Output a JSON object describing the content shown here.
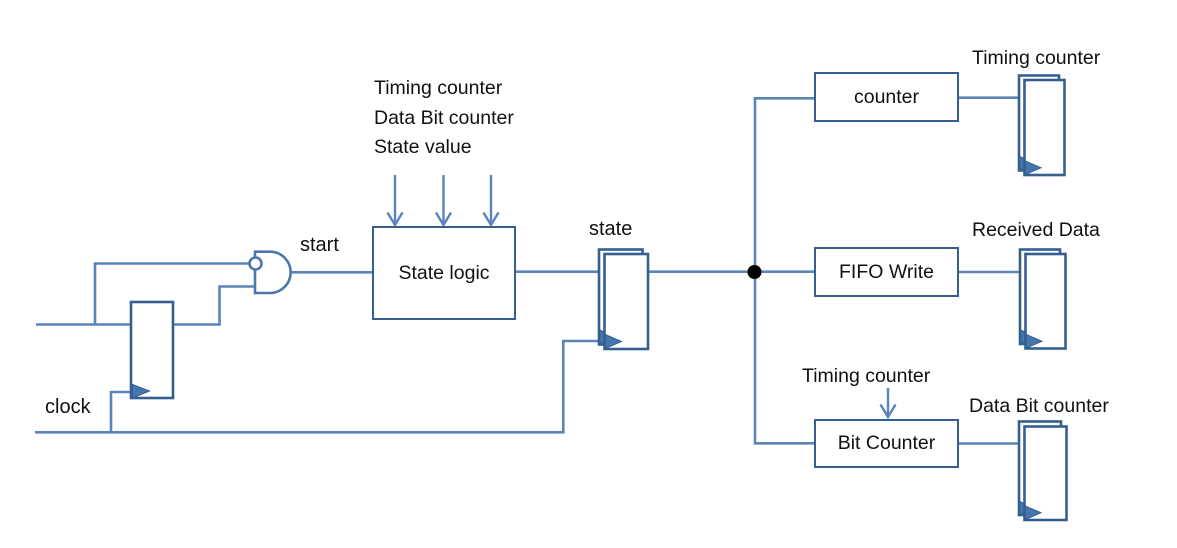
{
  "diagram": {
    "boxes": {
      "state_logic": "State logic",
      "counter": "counter",
      "fifo_write": "FIFO Write",
      "bit_counter": "Bit Counter"
    },
    "labels": {
      "start": "start",
      "clock": "clock",
      "state": "state",
      "timing_counter_top_right": "Timing counter",
      "received_data": "Received Data",
      "timing_counter_bit": "Timing counter",
      "data_bit_counter": "Data Bit counter"
    },
    "state_logic_inputs": [
      "Timing counter",
      "Data Bit counter",
      "State value"
    ],
    "icons": {
      "register": "double-rectangle flip-flop with clock triangle",
      "gate": "AND gate with inverted (bubbled) input"
    },
    "colors": {
      "connector": "#5b84b8",
      "shape_border": "#365f91",
      "triangle_fill": "#4576ad",
      "junction_dot": "#000000",
      "text": "#111111",
      "background": "#ffffff"
    }
  }
}
